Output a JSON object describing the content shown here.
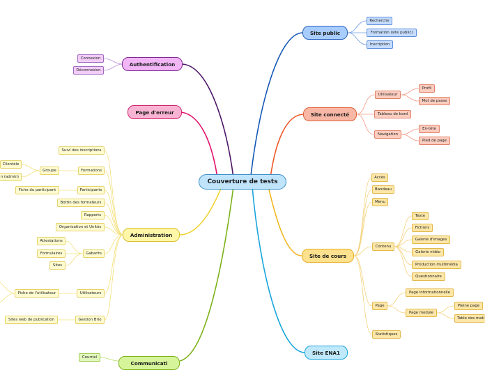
{
  "root": {
    "label": "Couverture de tests"
  },
  "branches": {
    "authentification": {
      "label": "Authentification",
      "items": [
        "Connexion",
        "Déconnexion"
      ]
    },
    "erreur": {
      "label": "Page d'erreur"
    },
    "administration": {
      "label": "Administration",
      "suivi": "Suivi des inscriptions",
      "formations": "Formations",
      "groupe": "Groupe",
      "clientele": "Clientèle",
      "admin": "n (admin)",
      "participants": "Participants",
      "fiche_participant": "Fiche du participant",
      "bottin": "Bottin des formateurs",
      "rapports": "Rapports",
      "organisation": "Organisation et Unités",
      "gabarits": "Gabarits",
      "attestations": "Attestations",
      "formulaires": "Formulaires",
      "sites": "Sites",
      "utilisateurs": "Utilisateurs",
      "fiche_utilisateur": "Fiche de l'utilisateur",
      "gestion_brio": "Gestion Brio",
      "sites_web": "Sites web de publication"
    },
    "communication": {
      "label": "Communicati",
      "courriel": "Courriel"
    },
    "site_public": {
      "label": "Site public",
      "items": [
        "Recherche",
        "Formation (site public)",
        "Inscription"
      ]
    },
    "site_connecte": {
      "label": "Site connecté",
      "utilisateur": "Utilisateur",
      "profil": "Profil",
      "mot_de_passe": "Mot de passe",
      "tableau": "Tableau de bord",
      "navigation": "Navigation",
      "entete": "En-tête",
      "pied": "Pied de page"
    },
    "site_cours": {
      "label": "Site de cours",
      "acces": "Accès",
      "bandeau": "Bandeau",
      "menu": "Menu",
      "contenu": "Contenu",
      "texte": "Texte",
      "fichiers": "Fichiers",
      "galerie_images": "Galerie d'images",
      "galerie_video": "Galerie vidéo",
      "production": "Production multimédia",
      "questionnaire": "Questionnaire",
      "page": "Page",
      "page_info": "Page informationnelle",
      "page_module": "Page module",
      "pleine_page": "Pleine page",
      "table_matieres": "Table des mati",
      "statistiques": "Statistiques"
    },
    "site_ena1": {
      "label": "Site ENA1"
    }
  },
  "colors": {
    "root": "#bfe4fb",
    "auth": "#f2b6f7",
    "erreur": "#f9b4d4",
    "admin": "#fff6a8",
    "communication": "#d6f59a",
    "public": "#a8cdfd",
    "connecte": "#f9b8a6",
    "cours": "#fde18e",
    "ena1": "#bfe9fb"
  }
}
